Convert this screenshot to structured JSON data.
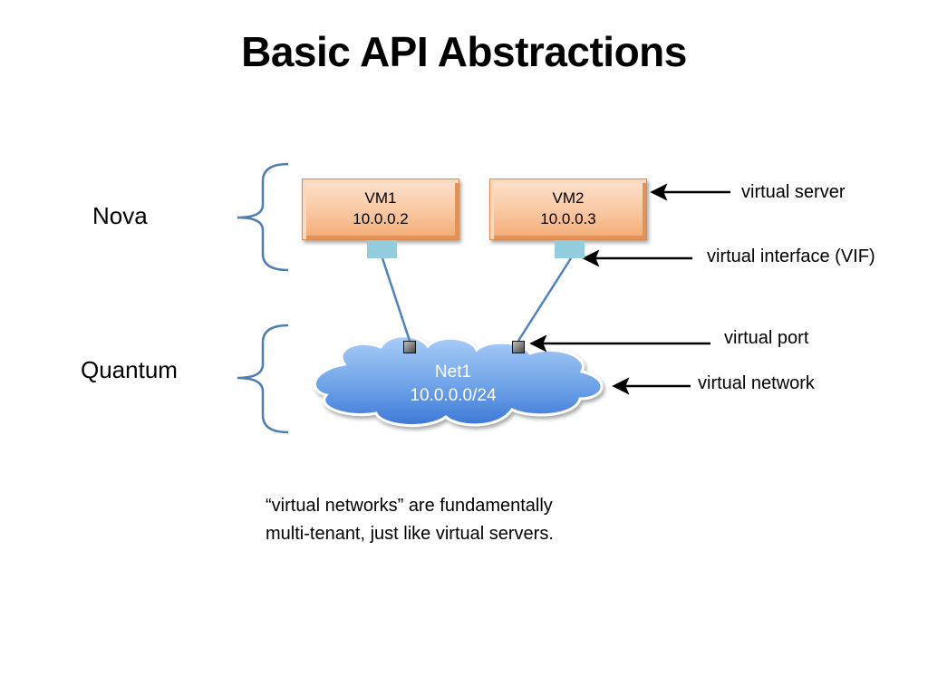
{
  "title": "Basic API Abstractions",
  "groups": {
    "nova": "Nova",
    "quantum": "Quantum"
  },
  "vms": [
    {
      "name": "VM1",
      "ip": "10.0.0.2"
    },
    {
      "name": "VM2",
      "ip": "10.0.0.3"
    }
  ],
  "network": {
    "name": "Net1",
    "cidr": "10.0.0.0/24"
  },
  "annotations": {
    "virtual_server": "virtual server",
    "virtual_interface": "virtual interface (VIF)",
    "virtual_port": "virtual port",
    "virtual_network": "virtual network"
  },
  "note": {
    "line1": "“virtual networks” are fundamentally",
    "line2": "multi-tenant, just like virtual servers."
  },
  "colors": {
    "vm_fill": "#f8c49b",
    "vif_fill": "#93cddd",
    "cloud_fill": "#6fa3e8",
    "bracket": "#4f7db0",
    "link_line": "#4f81bd"
  },
  "icons": {
    "vm": "vm-box",
    "vif": "vif-square",
    "port": "port-square",
    "network": "cloud-shape"
  }
}
